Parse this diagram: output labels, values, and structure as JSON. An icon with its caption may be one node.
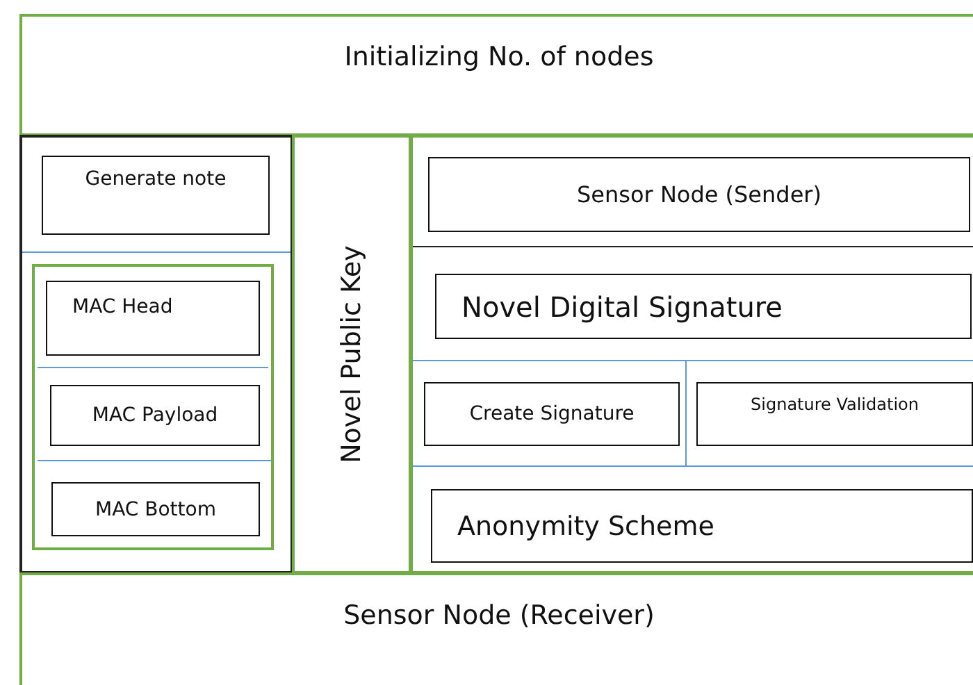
{
  "diagram": {
    "nodes": [
      {
        "text": [
          "Initializing No. of nodes"
        ]
      },
      {
        "text": [],
        "shape": "box"
      },
      {
        "text": [
          "Generate note"
        ],
        "in": 1
      },
      {
        "text": [],
        "shape": "box",
        "in": 1
      },
      {
        "text": [
          "MAC Head"
        ],
        "in": 3
      },
      {
        "text": [
          "MAC Payload"
        ],
        "in": 3
      },
      {
        "text": [
          "MAC Bottom"
        ],
        "in": 3
      },
      {
        "text": [
          "Novel Public Key"
        ]
      },
      {
        "text": [],
        "shape": "box"
      },
      {
        "text": [
          "Sensor Node (Sender)"
        ],
        "in": 8
      },
      {
        "text": [
          "Novel Digital Signature"
        ],
        "in": 8
      },
      {
        "text": [
          "Create Signature"
        ],
        "in": 8
      },
      {
        "text": [
          "Signature Validation"
        ],
        "in": 8
      },
      {
        "text": [
          "Anonymity Scheme"
        ],
        "in": 8
      },
      {
        "text": [
          "Sensor Node (Receiver)"
        ]
      }
    ],
    "edges": []
  }
}
